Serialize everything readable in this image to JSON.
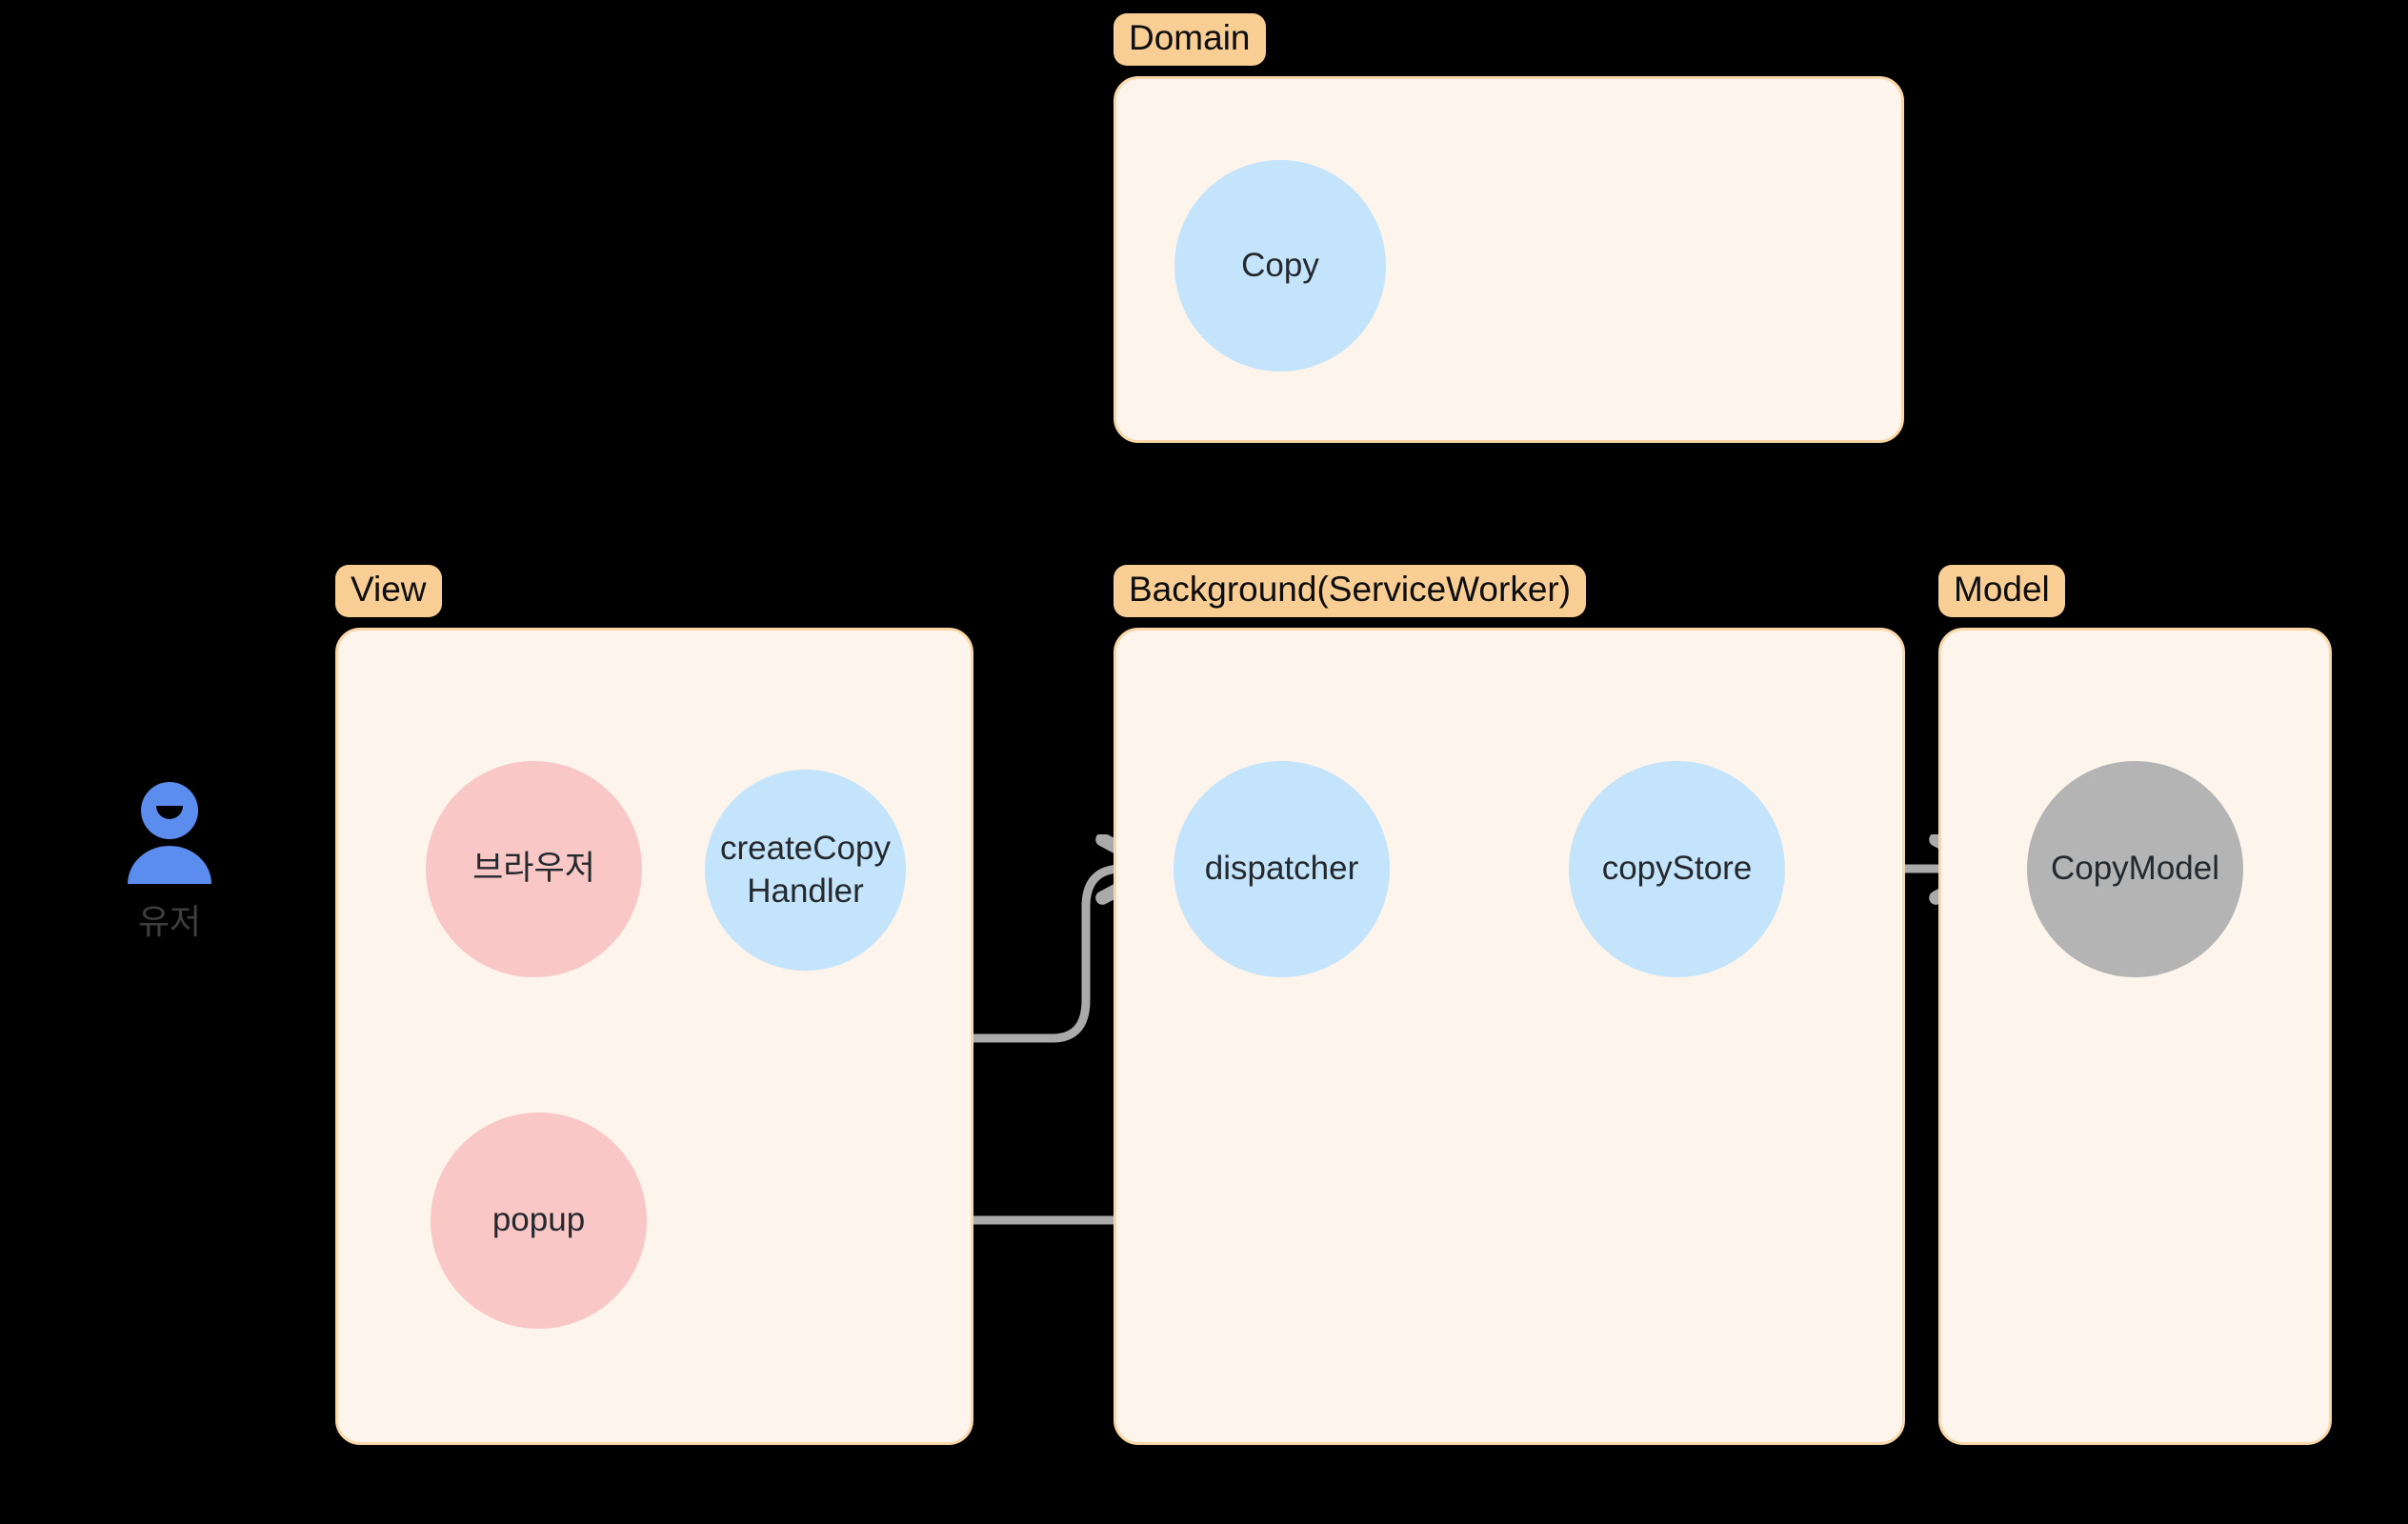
{
  "diagram": {
    "background_color": "#000000",
    "panel_fill": "#fdf4ec",
    "panel_border": "#fad7a8",
    "label_fill": "#f9ce94",
    "edge_color": "#aaaaaa",
    "node_colors": {
      "blue": "#c4e4fb",
      "pink": "#f9c7c5",
      "gray": "#b4b4b4"
    }
  },
  "actor": {
    "icon": "user-person-icon",
    "label": "유저",
    "color": "#5b8dee"
  },
  "groups": [
    {
      "id": "domain",
      "label": "Domain",
      "nodes": [
        {
          "id": "copy",
          "label": "Copy",
          "color": "blue"
        }
      ]
    },
    {
      "id": "view",
      "label": "View",
      "nodes": [
        {
          "id": "browser",
          "label": "브라우저",
          "color": "pink"
        },
        {
          "id": "create-copy-handler",
          "label": "createCopyHandler",
          "color": "blue"
        },
        {
          "id": "popup",
          "label": "popup",
          "color": "pink"
        }
      ]
    },
    {
      "id": "background",
      "label": "Background(ServiceWorker)",
      "nodes": [
        {
          "id": "dispatcher",
          "label": "dispatcher",
          "color": "blue"
        },
        {
          "id": "copy-store",
          "label": "copyStore",
          "color": "blue"
        }
      ]
    },
    {
      "id": "model",
      "label": "Model",
      "nodes": [
        {
          "id": "copy-model",
          "label": "CopyModel",
          "color": "gray"
        }
      ]
    }
  ],
  "edges": [
    {
      "id": "view-to-dispatcher",
      "from": "view",
      "to": "dispatcher",
      "label": ""
    },
    {
      "id": "dispatcher-to-copystore",
      "from": "dispatcher",
      "to": "copy-store",
      "label": ""
    },
    {
      "id": "copystore-to-copymodel",
      "from": "copy-store",
      "to": "copy-model",
      "label": ""
    },
    {
      "id": "copystore-to-popup",
      "from": "copy-store",
      "to": "popup",
      "label": ""
    }
  ]
}
